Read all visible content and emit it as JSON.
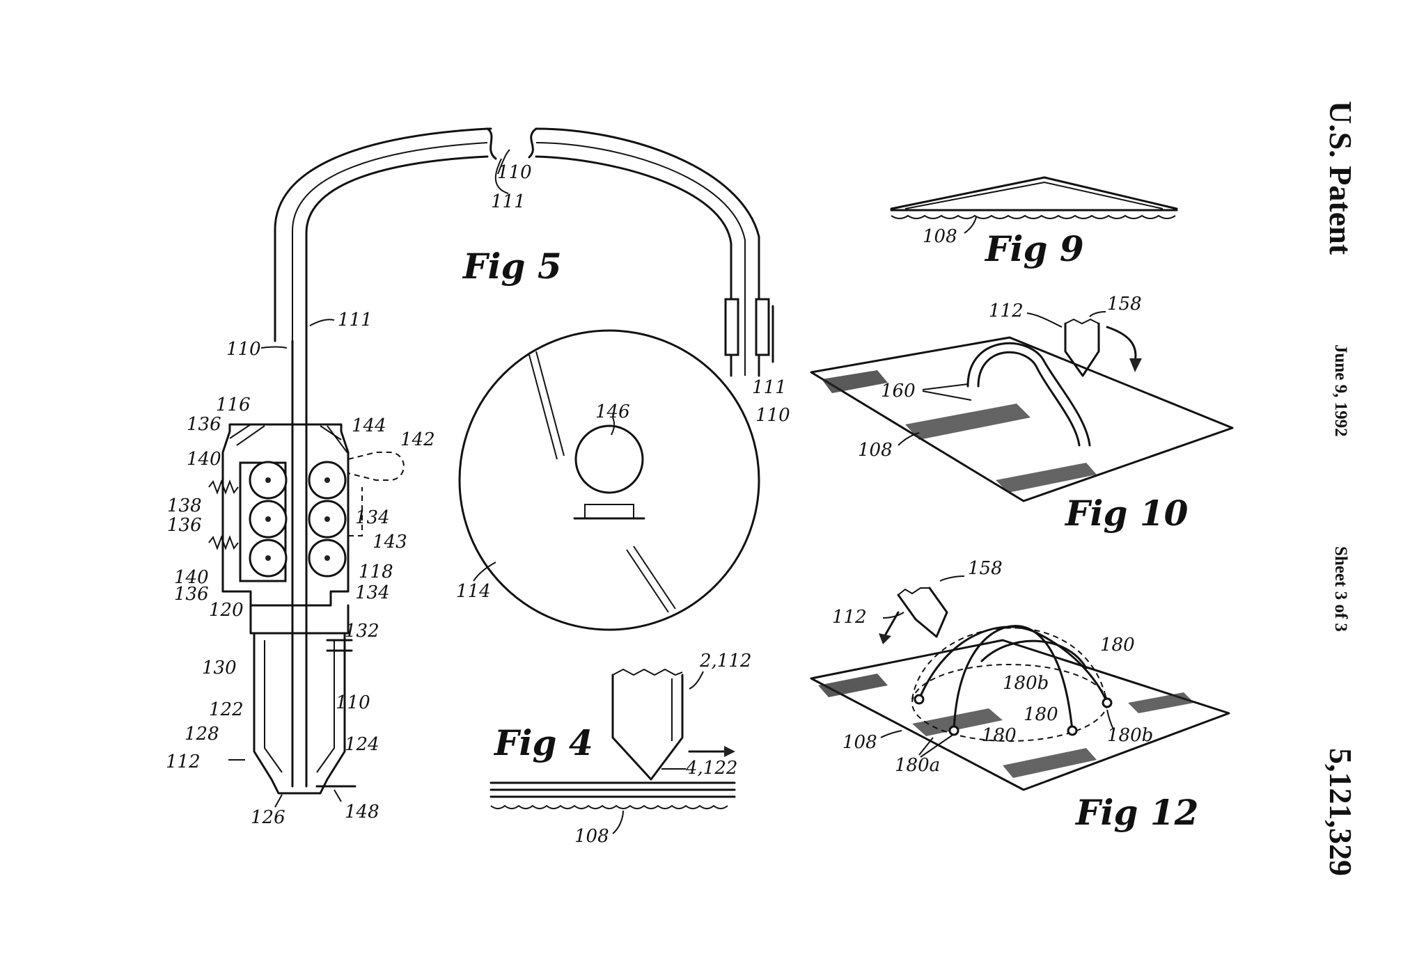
{
  "header": {
    "title": "U.S. Patent",
    "date": "June 9, 1992",
    "sheet": "Sheet 3 of 3",
    "number": "5,121,329"
  },
  "figures": {
    "fig4": {
      "title": "Fig 4",
      "refs": {
        "r1": "2,112",
        "r2": "4,122",
        "r3": "108"
      }
    },
    "fig5": {
      "title": "Fig 5",
      "refs": {
        "r110_top": "110",
        "r111_top": "111",
        "r111_left": "111",
        "r110_left": "110",
        "r116": "116",
        "r136_a": "136",
        "r144": "144",
        "r142": "142",
        "r146": "146",
        "r140_a": "140",
        "r134_a": "134",
        "r138": "138",
        "r136_b": "136",
        "r143": "143",
        "r140_b": "140",
        "r118": "118",
        "r136_c": "136",
        "r134_b": "134",
        "r120": "120",
        "r132": "132",
        "r130": "130",
        "r110_mid": "110",
        "r122": "122",
        "r128": "128",
        "r124": "124",
        "r112": "112",
        "r126": "126",
        "r148": "148",
        "r114": "114",
        "r111_right": "111",
        "r110_right": "110"
      }
    },
    "fig9": {
      "title": "Fig 9",
      "refs": {
        "r108": "108"
      }
    },
    "fig10": {
      "title": "Fig 10",
      "refs": {
        "r112": "112",
        "r158": "158",
        "r160": "160",
        "r108": "108"
      }
    },
    "fig12": {
      "title": "Fig 12",
      "refs": {
        "r158": "158",
        "r112": "112",
        "r180_a": "180",
        "r180b_a": "180b",
        "r180_b": "180",
        "r108": "108",
        "r180_c": "180",
        "r180b_b": "180b",
        "r180a": "180a"
      }
    }
  }
}
